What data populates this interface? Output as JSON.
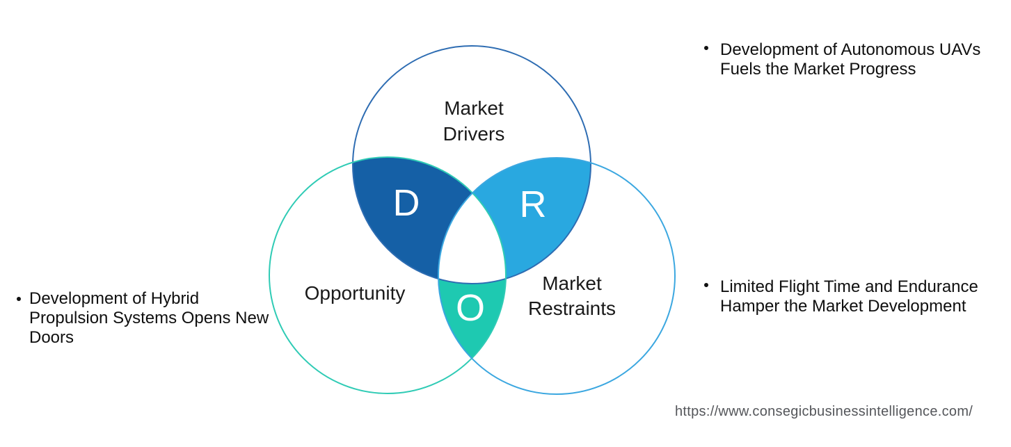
{
  "venn": {
    "circles": [
      {
        "name": "market-drivers",
        "label": "Market\nDrivers",
        "outline_color": "#2d6cb2"
      },
      {
        "name": "opportunity",
        "label": "Opportunity",
        "outline_color": "#2fcbb5"
      },
      {
        "name": "market-restraints",
        "label": "Market\nRestraints",
        "outline_color": "#3ba7e0"
      }
    ],
    "regions": [
      {
        "letter": "D",
        "color": "#1560a6"
      },
      {
        "letter": "R",
        "color": "#29a8e0"
      },
      {
        "letter": "O",
        "color": "#1ec9b1"
      }
    ]
  },
  "bullets": {
    "left": [
      {
        "text": "Development of Hybrid\nPropulsion Systems Opens New\nDoors"
      }
    ],
    "right": [
      {
        "text": "Development of Autonomous UAVs\nFuels the Market Progress"
      },
      {
        "text": "Limited Flight Time and Endurance\nHamper the Market Development"
      }
    ]
  },
  "footer": {
    "url": "https://www.consegicbusinessintelligence.com/"
  }
}
